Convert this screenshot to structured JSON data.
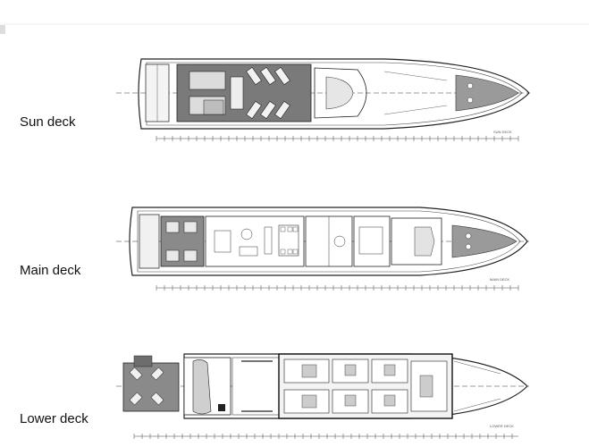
{
  "decks": [
    {
      "label": "Sun deck",
      "code": "SUN DECK"
    },
    {
      "label": "Main deck",
      "code": "MAIN DECK"
    },
    {
      "label": "Lower deck",
      "code": "LOWER DECK"
    }
  ],
  "colors": {
    "line": "#333333",
    "teak": "#555555",
    "background": "#ffffff"
  }
}
